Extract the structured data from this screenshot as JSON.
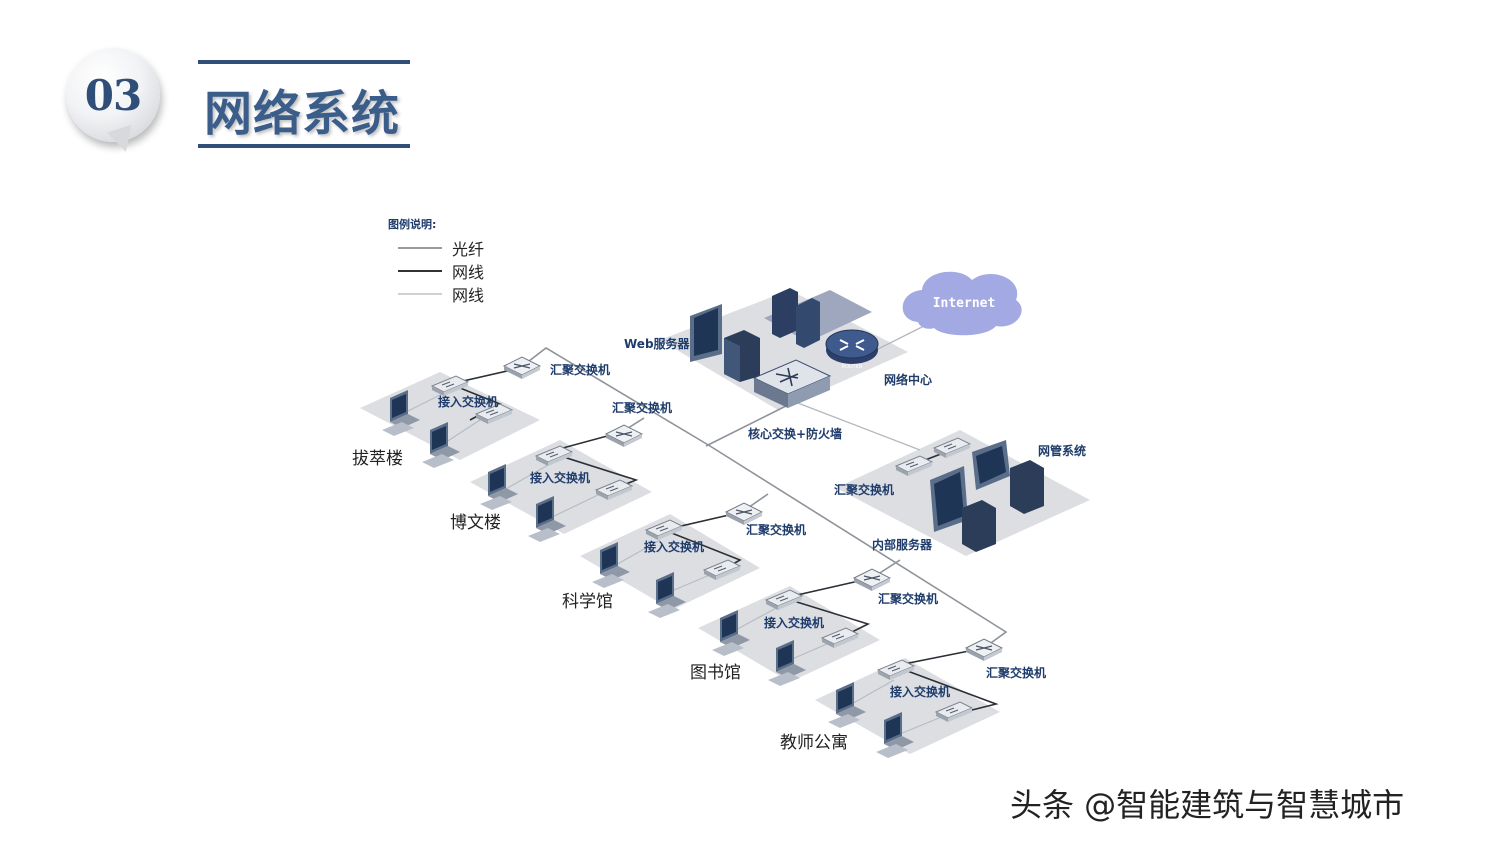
{
  "header": {
    "badge_number": "03",
    "title": "网络系统"
  },
  "legend": {
    "title": "图例说明:",
    "items": [
      {
        "label": "光纤",
        "color": "#9a9a9a"
      },
      {
        "label": "网线",
        "color": "#333333"
      },
      {
        "label": "网线",
        "color": "#d0d0d0"
      }
    ]
  },
  "network_center": {
    "label": "网络中心",
    "web_server": "Web服务器",
    "core": "核心交换+防火墙",
    "router": "ROUTER",
    "internet": "Internet"
  },
  "management": {
    "label": "网管系统",
    "aggregation": "汇聚交换机",
    "internal_server": "内部服务器"
  },
  "buildings": [
    {
      "name": "拔萃楼",
      "aggregation": "汇聚交换机",
      "access": "接入交换机"
    },
    {
      "name": "博文楼",
      "aggregation": "汇聚交换机",
      "access": "接入交换机"
    },
    {
      "name": "科学馆",
      "aggregation": "汇聚交换机",
      "access": "接入交换机"
    },
    {
      "name": "图书馆",
      "aggregation": "汇聚交换机",
      "access": "接入交换机"
    },
    {
      "name": "教师公寓",
      "aggregation": "汇聚交换机",
      "access": "接入交换机"
    }
  ],
  "watermark": "头条 @智能建筑与智慧城市",
  "colors": {
    "accent": "#2f4e78",
    "label": "#1f3c6b",
    "platform": "#dcdee2"
  }
}
